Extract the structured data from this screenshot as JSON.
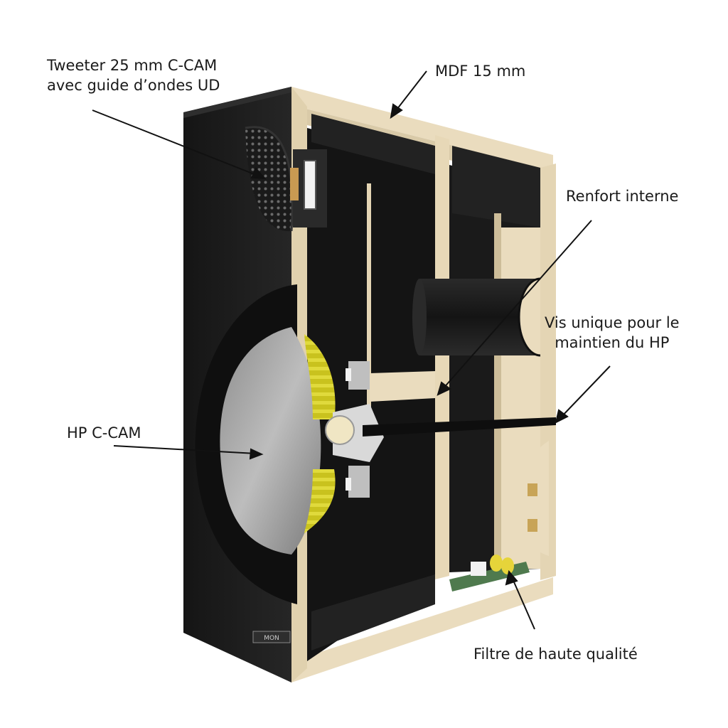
{
  "labels": {
    "tweeter": {
      "line1": "Tweeter 25 mm C-CAM",
      "line2": "avec guide d’ondes UD"
    },
    "mdf": "MDF 15 mm",
    "renfort": "Renfort interne",
    "vis": {
      "line1": "Vis unique pour le",
      "line2": "maintien du HP"
    },
    "hp": "HP C-CAM",
    "filtre": "Filtre de haute qualité"
  },
  "brand_mark": "MON",
  "colors": {
    "cabinet_black": "#1c1c1c",
    "mdf_beige": "#eadcbe",
    "cone_grey": "#a7a7a7",
    "coil_yellow": "#d7d02a",
    "pcb_green": "#4f7a4e"
  }
}
